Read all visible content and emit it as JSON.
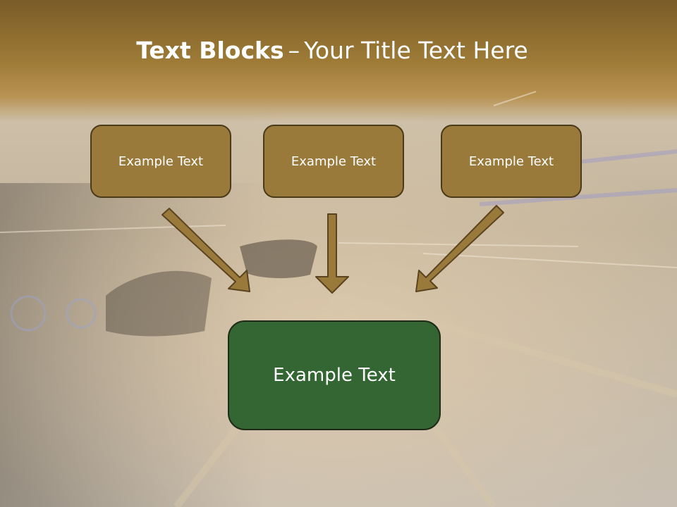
{
  "slide": {
    "title_bold": "Text Blocks",
    "title_dash": "–",
    "title_rest": "Your Title Text Here"
  },
  "boxes": {
    "top": [
      "Example Text",
      "Example Text",
      "Example Text"
    ],
    "bottom": "Example Text"
  },
  "colors": {
    "header_band": "#8a6a2a",
    "box_fill": "#9a7a3a",
    "arrow_fill": "#9a7a3a",
    "bottom_fill": "#336633"
  }
}
